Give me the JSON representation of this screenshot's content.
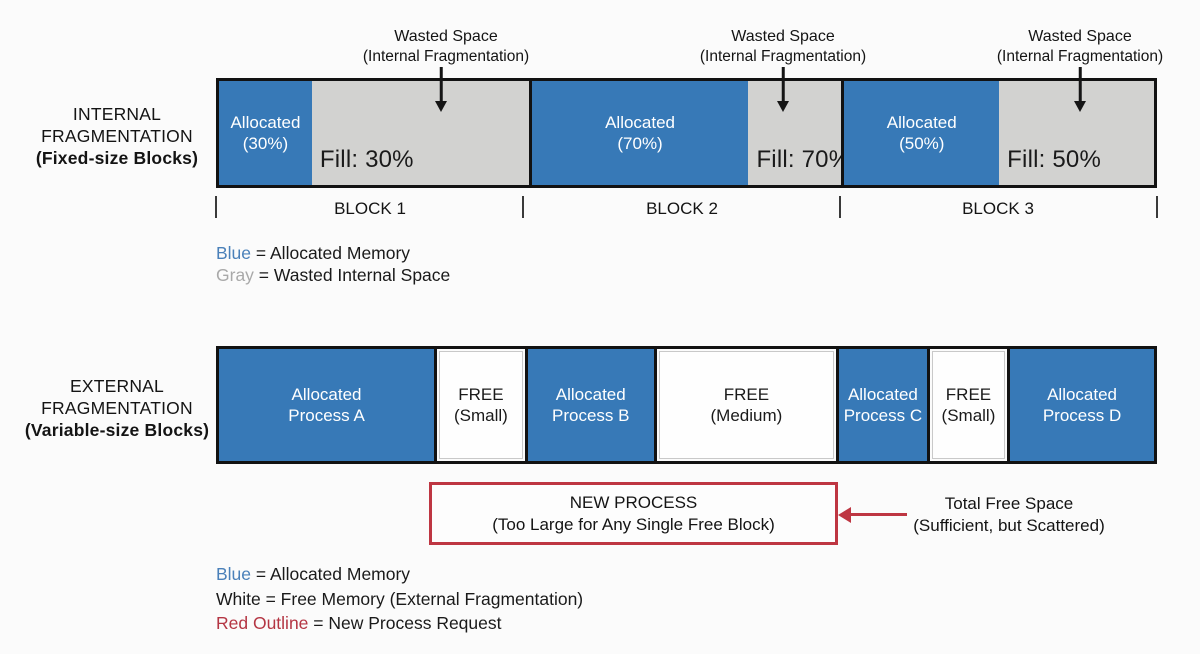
{
  "colors": {
    "allocated_blue": "#3779b7",
    "wasted_gray": "#d2d2d0",
    "free_white": "#fefefe",
    "outline_red": "#be3642",
    "border_black": "#121212",
    "legend_blue_word": "#4a80b9",
    "legend_gray_word": "#a9a9a9",
    "legend_red_word": "#b43543"
  },
  "internal": {
    "side_label": {
      "line1": "INTERNAL",
      "line2": "FRAGMENTATION",
      "line3": "(Fixed-size Blocks)"
    },
    "wasted_space_label": {
      "line1": "Wasted Space",
      "line2": "(Internal Fragmentation)"
    },
    "blocks": [
      {
        "name": "BLOCK 1",
        "allocated_line1": "Allocated",
        "allocated_line2": "(30%)",
        "fill_label": "Fill: 30%",
        "fill_pct": 30
      },
      {
        "name": "BLOCK 2",
        "allocated_line1": "Allocated",
        "allocated_line2": "(70%)",
        "fill_label": "Fill: 70%",
        "fill_pct": 70
      },
      {
        "name": "BLOCK 3",
        "allocated_line1": "Allocated",
        "allocated_line2": "(50%)",
        "fill_label": "Fill: 50%",
        "fill_pct": 50
      }
    ],
    "legend": [
      {
        "term": "Blue",
        "rest": " = Allocated Memory",
        "color": "#4a80b9"
      },
      {
        "term": "Gray",
        "rest": " = Wasted Internal Space",
        "color": "#a9a9a9"
      }
    ]
  },
  "external": {
    "side_label": {
      "line1": "EXTERNAL",
      "line2": "FRAGMENTATION",
      "line3": "(Variable-size Blocks)"
    },
    "segments": [
      {
        "kind": "allocated",
        "line1": "Allocated",
        "line2": "Process A",
        "width_pct": 23.0
      },
      {
        "kind": "free",
        "line1": "FREE",
        "line2": "(Small)",
        "width_pct": 9.7
      },
      {
        "kind": "allocated",
        "line1": "Allocated",
        "line2": "Process B",
        "width_pct": 13.8
      },
      {
        "kind": "free",
        "line1": "FREE",
        "line2": "(Medium)",
        "width_pct": 19.5
      },
      {
        "kind": "allocated",
        "line1": "Allocated",
        "line2": "Process C",
        "width_pct": 9.7
      },
      {
        "kind": "free",
        "line1": "FREE",
        "line2": "(Small)",
        "width_pct": 8.6
      },
      {
        "kind": "allocated",
        "line1": "Allocated",
        "line2": "Process D",
        "width_pct": 15.7
      }
    ],
    "new_process": {
      "line1": "NEW PROCESS",
      "line2": "(Too Large for Any Single Free Block)"
    },
    "total_free": {
      "line1": "Total Free Space",
      "line2": "(Sufficient, but Scattered)"
    },
    "legend": [
      {
        "term": "Blue",
        "rest": " = Allocated Memory",
        "color": "#4a80b9"
      },
      {
        "term": "White",
        "rest": " = Free Memory (External Fragmentation)",
        "color": "#1a1a1a"
      },
      {
        "term": "Red Outline",
        "rest": " = New Process Request",
        "color": "#b43543"
      }
    ]
  }
}
